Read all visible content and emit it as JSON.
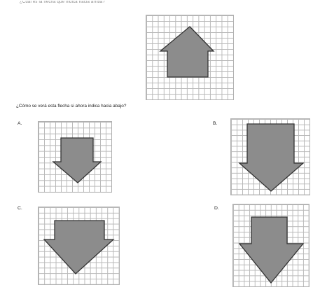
{
  "header": {
    "faint_text": "¿Cuál es la flecha que indica hacia arriba?"
  },
  "question": {
    "text": "¿Cómo se verá esta flecha si ahora indica hacia abajo?"
  },
  "options": [
    {
      "label": "A."
    },
    {
      "label": "B."
    },
    {
      "label": "C."
    },
    {
      "label": "D."
    }
  ],
  "colors": {
    "shape_fill": "#8c8c8c",
    "shape_stroke": "#333333",
    "grid_line": "#b9b9b9"
  }
}
